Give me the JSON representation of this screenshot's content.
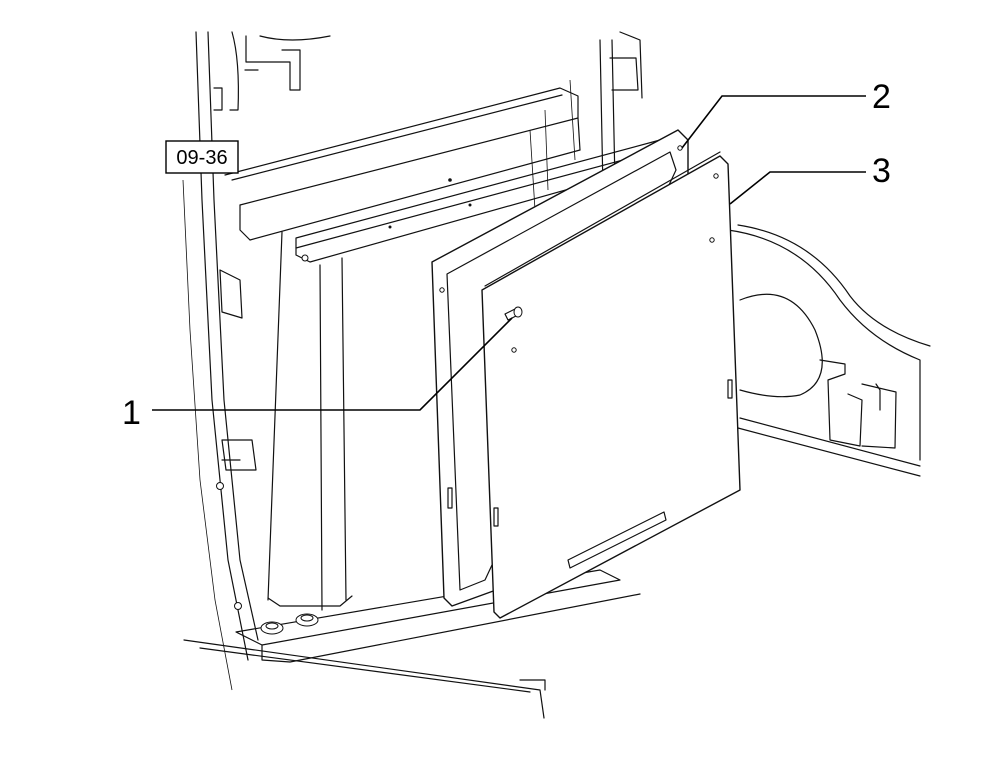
{
  "reference_label": "09-36",
  "callouts": [
    "1",
    "2",
    "3"
  ]
}
